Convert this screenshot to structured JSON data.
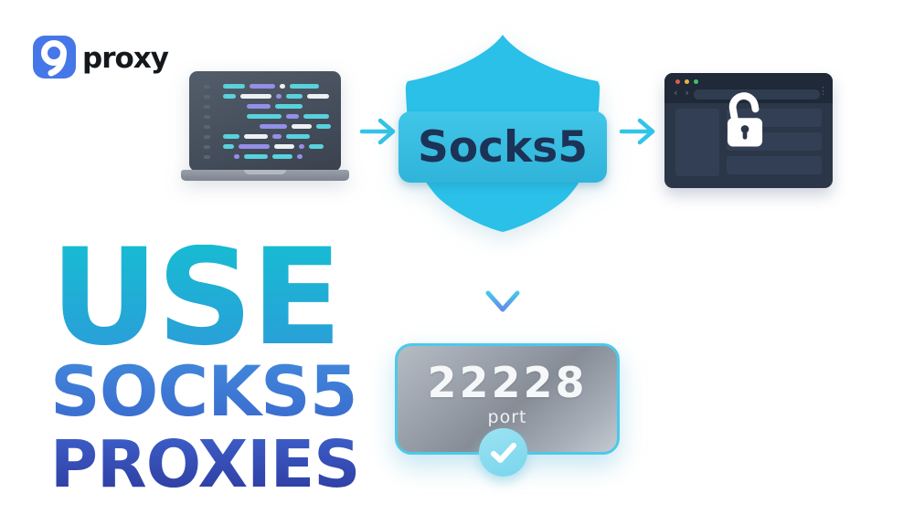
{
  "brand": {
    "icon_glyph": "9",
    "text": "proxy"
  },
  "headline": {
    "lines": [
      "USE",
      "SOCKS5",
      "PROXIES"
    ]
  },
  "diagram": {
    "shield_label": "Socks5",
    "port_card": {
      "number": "22228",
      "label": "port"
    }
  },
  "colors": {
    "accent_cyan": "#2ac0e8",
    "ribbon_cyan": "#35bede",
    "navy_text": "#1c3357",
    "logo_blue": "#4577e8",
    "dark_panel": "#2b3648",
    "use_top": "#18bbd3",
    "use_bottom": "#2a9ed8",
    "socks5_top": "#4187db",
    "socks5_bottom": "#3a6bce",
    "proxies_top": "#3d5ec8",
    "proxies_bottom": "#2e3da1"
  },
  "illustrations": {
    "laptop_code_lines": [
      {
        "indent": 14,
        "segs": [
          [
            "cyan",
            24
          ],
          [
            "purple",
            28
          ],
          [
            "white",
            6
          ],
          [
            "cyan",
            32
          ]
        ]
      },
      {
        "indent": 14,
        "segs": [
          [
            "cyan",
            14
          ],
          [
            "white",
            34
          ],
          [
            "purple",
            6
          ],
          [
            "cyan",
            18
          ],
          [
            "white",
            24
          ]
        ]
      },
      {
        "indent": 40,
        "segs": [
          [
            "purple",
            26
          ],
          [
            "cyan",
            30
          ]
        ]
      },
      {
        "indent": 40,
        "segs": [
          [
            "cyan",
            38
          ],
          [
            "purple",
            14
          ],
          [
            "cyan",
            28
          ]
        ]
      },
      {
        "indent": 54,
        "segs": [
          [
            "purple",
            30
          ],
          [
            "white",
            22
          ],
          [
            "cyan",
            16
          ]
        ]
      },
      {
        "indent": 14,
        "segs": [
          [
            "cyan",
            18
          ],
          [
            "white",
            26
          ],
          [
            "purple",
            10
          ],
          [
            "cyan",
            26
          ]
        ]
      },
      {
        "indent": 14,
        "segs": [
          [
            "cyan",
            12
          ],
          [
            "purple",
            34
          ],
          [
            "white",
            22
          ],
          [
            "purple",
            6
          ],
          [
            "cyan",
            16
          ]
        ]
      },
      {
        "indent": 26,
        "segs": [
          [
            "purple",
            6
          ],
          [
            "cyan",
            26
          ],
          [
            "cyan",
            22
          ],
          [
            "purple",
            6
          ]
        ]
      }
    ]
  }
}
